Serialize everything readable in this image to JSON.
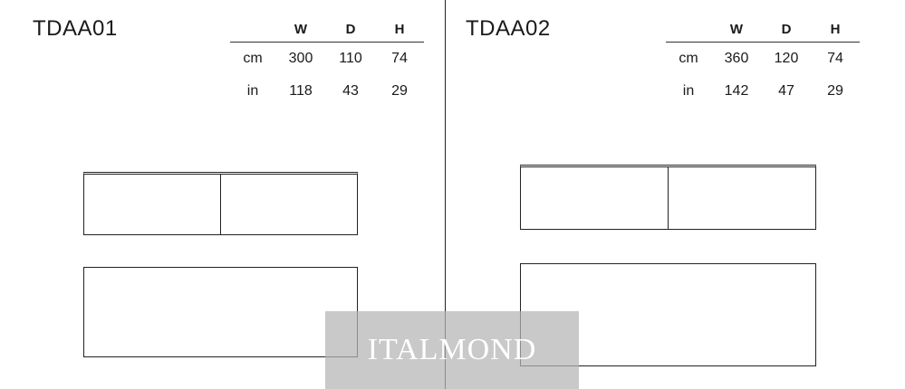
{
  "products": [
    {
      "code": "TDAA01",
      "headers": [
        "W",
        "D",
        "H"
      ],
      "rows": [
        {
          "unit": "cm",
          "values": [
            "300",
            "110",
            "74"
          ]
        },
        {
          "unit": "in",
          "values": [
            "118",
            "43",
            "29"
          ]
        }
      ]
    },
    {
      "code": "TDAA02",
      "headers": [
        "W",
        "D",
        "H"
      ],
      "rows": [
        {
          "unit": "cm",
          "values": [
            "360",
            "120",
            "74"
          ]
        },
        {
          "unit": "in",
          "values": [
            "142",
            "47",
            "29"
          ]
        }
      ]
    }
  ],
  "watermark": "ITALMOND"
}
